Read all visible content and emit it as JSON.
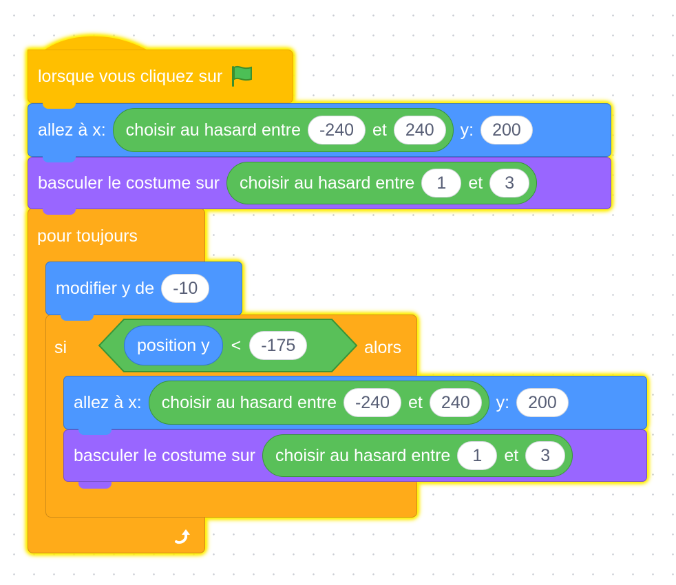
{
  "workspace": {
    "hat": {
      "label": "lorsque vous cliquez sur",
      "icon": "green-flag-icon"
    },
    "goto1": {
      "label": "allez à x:",
      "random_label": "choisir au hasard entre",
      "from": "-240",
      "and": "et",
      "to": "240",
      "y_label": "y:",
      "y_value": "200"
    },
    "costume1": {
      "label": "basculer le costume sur",
      "random_label": "choisir au hasard entre",
      "from": "1",
      "and": "et",
      "to": "3"
    },
    "forever": {
      "label": "pour toujours",
      "icon": "loop-arrow-icon"
    },
    "change_y": {
      "label": "modifier y de",
      "value": "-10"
    },
    "if_block": {
      "label": "si",
      "then": "alors",
      "reporter": "position y",
      "operator": "<",
      "compare_value": "-175"
    },
    "goto2": {
      "label": "allez à x:",
      "random_label": "choisir au hasard entre",
      "from": "-240",
      "and": "et",
      "to": "240",
      "y_label": "y:",
      "y_value": "200"
    },
    "costume2": {
      "label": "basculer le costume sur",
      "random_label": "choisir au hasard entre",
      "from": "1",
      "and": "et",
      "to": "3"
    }
  },
  "colors": {
    "events": "#FFBF00",
    "motion": "#4C97FF",
    "looks": "#9966FF",
    "control": "#FFAB19",
    "operators": "#59C059",
    "highlight": "#FFF200"
  }
}
